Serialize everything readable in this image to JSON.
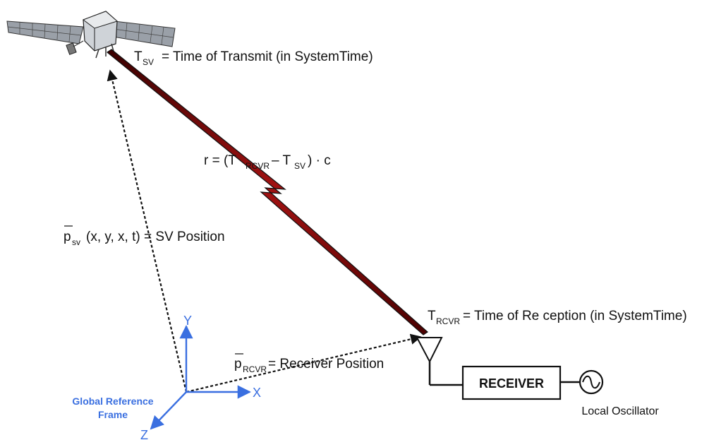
{
  "satellite": {
    "tsv_symbol": "T",
    "tsv_sub": "SV",
    "tsv_text": "= Time of Transmit (in SystemTime)"
  },
  "range": {
    "prefix": "r = (T",
    "rcvr_sub": "RCVR",
    "minus": "– T",
    "sv_sub": "SV",
    "suffix": ") · c"
  },
  "sv_position": {
    "symbol": "p",
    "sub": "sv",
    "text": "(x, y, x, t) = SV Position"
  },
  "reception": {
    "symbol": "T",
    "sub": "RCVR",
    "text": "= Time of Re ception (in SystemTime)"
  },
  "receiver_position": {
    "symbol": "p",
    "sub": "RCVR",
    "text": "= Receiver Position"
  },
  "receiver_box": {
    "label": "RECEIVER"
  },
  "oscillator": {
    "label": "Local Oscillator"
  },
  "frame": {
    "label_line1": "Global Reference",
    "label_line2": "Frame",
    "axis_x": "X",
    "axis_y": "Y",
    "axis_z": "Z"
  },
  "colors": {
    "axis": "#3a6fe0",
    "signal_dark": "#5a0000",
    "signal_light": "#b01010"
  }
}
